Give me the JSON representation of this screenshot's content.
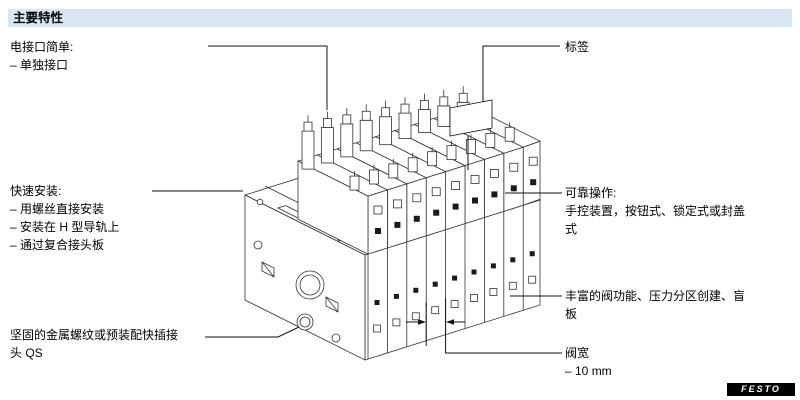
{
  "header": {
    "title": "主要特性"
  },
  "callouts": {
    "electrical": {
      "title": "电接口简单:",
      "items": [
        "– 单独接口"
      ]
    },
    "quick_mounting": {
      "title": "快速安装:",
      "items": [
        "– 用螺丝直接安装",
        "– 安装在 H 型导轨上",
        "– 通过复合接头板"
      ]
    },
    "threads": {
      "text": "坚固的金属螺纹或预装配快插接头 QS"
    },
    "label_tag": {
      "title": "标签"
    },
    "reliable_operation": {
      "title": "可靠操作:",
      "text": "手控装置，按钮式、锁定式或封盖式"
    },
    "valve_functions": {
      "text": "丰富的阀功能、压力分区创建、盲板"
    },
    "valve_width": {
      "title": "阀宽",
      "value": "– 10 mm"
    }
  },
  "diagram": {
    "description": "isometric line drawing of a valve terminal with 9 valve slices"
  },
  "footer": {
    "logo": "FESTO"
  },
  "colors": {
    "header_bg": "#d9e7f5",
    "line": "#333333",
    "text": "#000000"
  }
}
